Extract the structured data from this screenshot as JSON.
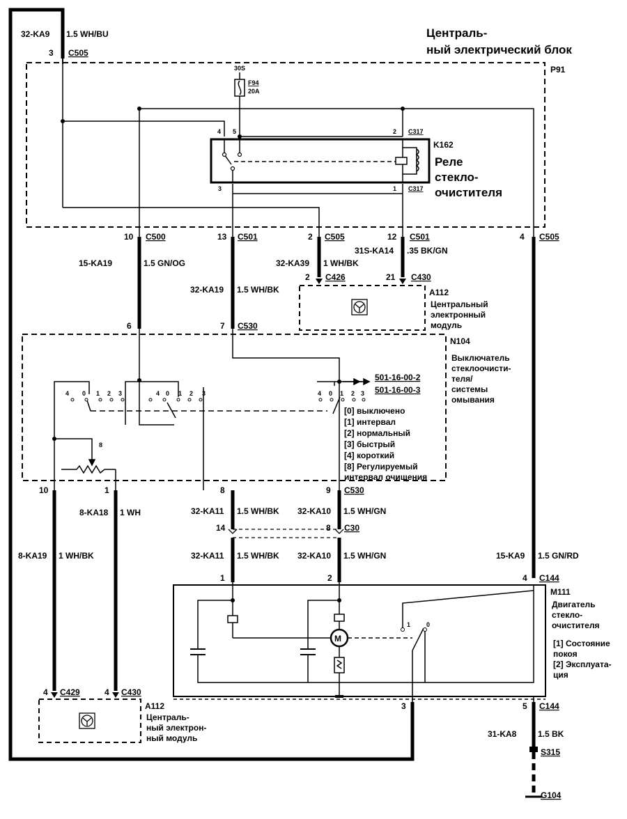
{
  "top_wire": {
    "id": "32-KA9",
    "spec": "1.5 WH/BU",
    "pin": "3",
    "conn": "C505"
  },
  "cej": {
    "title1": "Централь-",
    "title2": "ный электрический блок",
    "id": "P91"
  },
  "fuse": {
    "pin": "30S",
    "id": "F94",
    "rating": "20A"
  },
  "relay": {
    "id": "K162",
    "name1": "Реле",
    "name2": "стекло-",
    "name3": "очистителя",
    "pin4": "4",
    "pin5": "5",
    "pin3": "3",
    "pin2": "2",
    "pin1": "1",
    "conn2": "C317",
    "conn1": "C317"
  },
  "cej_out": [
    {
      "pin": "10",
      "conn": "C500"
    },
    {
      "pin": "13",
      "conn": "C501"
    },
    {
      "pin": "2",
      "conn": "C505"
    },
    {
      "pin": "12",
      "conn": "C501"
    },
    {
      "pin": "4",
      "conn": "C505"
    }
  ],
  "wires_mid": {
    "w15ka19": {
      "id": "15-KA19",
      "spec": "1.5 GN/OG"
    },
    "w32ka19": {
      "id": "32-KA19",
      "spec": "1.5 WH/BK"
    },
    "w32ka39": {
      "id": "32-KA39",
      "spec": "1 WH/BK"
    },
    "w31ska14": {
      "id": "31S-KA14",
      "spec": ".35 BK/GN"
    }
  },
  "gem_top": {
    "pin_a": "2",
    "conn_a": "C426",
    "pin_b": "21",
    "conn_b": "C430",
    "id": "A112",
    "name1": "Центральный",
    "name2": "электронный",
    "name3": "модуль"
  },
  "switch": {
    "pin6": "6",
    "pin7": "7",
    "conn_in": "C530",
    "id": "N104",
    "name": [
      "Выключатель",
      "стеклоочисти-",
      "теля/",
      "системы",
      "омывания"
    ],
    "ref1": "501-16-00-2",
    "ref2": "501-16-00-3",
    "pos_labels": [
      "4",
      "0",
      "1",
      "2",
      "3"
    ],
    "var_label": "8",
    "legend": [
      "[0] выключено",
      "[1] интервал",
      "[2] нормальный",
      "[3] быстрый",
      "[4] короткий",
      "[8] Регулируемый",
      "интервал очищения"
    ]
  },
  "switch_out": {
    "pin10": "10",
    "pin1": "1",
    "pin8": "8",
    "pin9": "9",
    "conn": "C530"
  },
  "wires_low": {
    "w8ka18": {
      "id": "8-KA18",
      "spec": "1 WH"
    },
    "w8ka19": {
      "id": "8-KA19",
      "spec": "1 WH/BK"
    },
    "w32ka11a": {
      "id": "32-KA11",
      "spec": "1.5 WH/BK"
    },
    "w32ka10a": {
      "id": "32-KA10",
      "spec": "1.5 WH/GN"
    },
    "w32ka11b": {
      "id": "32-KA11",
      "spec": "1.5 WH/BK"
    },
    "w32ka10b": {
      "id": "32-KA10",
      "spec": "1.5 WH/GN"
    },
    "w15ka9": {
      "id": "15-KA9",
      "spec": "1.5 GN/RD"
    },
    "w31ka8": {
      "id": "31-KA8",
      "spec": "1.5 BK"
    }
  },
  "c30": {
    "pin14": "14",
    "pin8": "8",
    "conn": "C30"
  },
  "motor": {
    "pin1": "1",
    "pin2": "2",
    "pin4": "4",
    "conn_in": "C144",
    "id": "M111",
    "name": [
      "Двигатель",
      "стекло-",
      "очистителя"
    ],
    "legend": [
      "[1] Состояние",
      " покоя",
      "[2] Эксплуата-",
      "  ция"
    ],
    "sw1": "1",
    "sw0": "0",
    "motor_sym": "M",
    "pin3": "3",
    "pin5": "5",
    "conn_out": "C144"
  },
  "gem_bottom": {
    "pin4a": "4",
    "conn_a": "C429",
    "pin4b": "4",
    "conn_b": "C430",
    "id": "A112",
    "name": [
      "Централь-",
      "ный электрон-",
      "ный модуль"
    ]
  },
  "ground": {
    "splice": "S315",
    "ground": "G104"
  }
}
